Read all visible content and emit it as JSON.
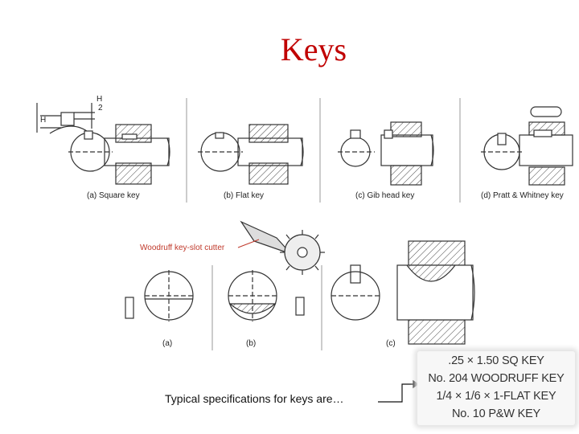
{
  "slide": {
    "title": "Keys",
    "intro_text": "Typical specifications for keys are…"
  },
  "figure_top": {
    "labels": [
      "(a) Square key",
      "(b) Flat key",
      "(c) Gib head key",
      "(d) Pratt & Whitney key"
    ],
    "dimension_labels": {
      "h": "H",
      "h_over_2_num": "H",
      "h_over_2_den": "2"
    }
  },
  "figure_bottom": {
    "cutter_label": "Woodruff key-slot cutter",
    "labels": [
      "(a)",
      "(b)",
      "(c)"
    ]
  },
  "specifications": [
    ".25 × 1.50 SQ KEY",
    "No. 204 WOODRUFF KEY",
    "1/4 × 1/6 × 1-FLAT KEY",
    "No. 10 P&W KEY"
  ],
  "colors": {
    "title": "#c00000",
    "cutter_label": "#c0392b",
    "line": "#333333"
  }
}
